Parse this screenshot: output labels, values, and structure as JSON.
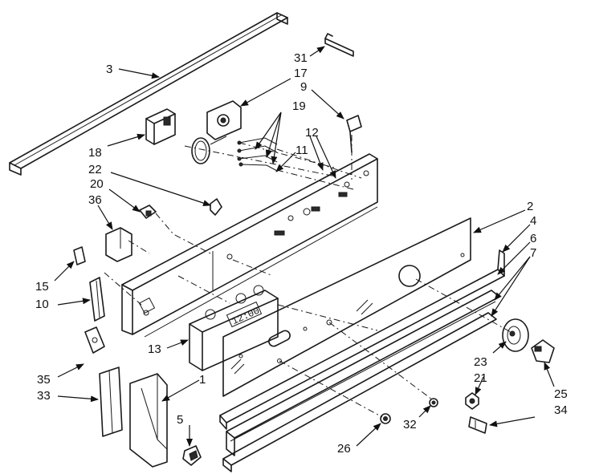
{
  "diagram": {
    "display_readout": "12:00",
    "callouts": [
      "3",
      "31",
      "17",
      "9",
      "19",
      "12",
      "11",
      "18",
      "22",
      "20",
      "36",
      "2",
      "4",
      "6",
      "7",
      "15",
      "10",
      "13",
      "23",
      "21",
      "25",
      "34",
      "35",
      "33",
      "1",
      "5",
      "26",
      "32"
    ]
  }
}
